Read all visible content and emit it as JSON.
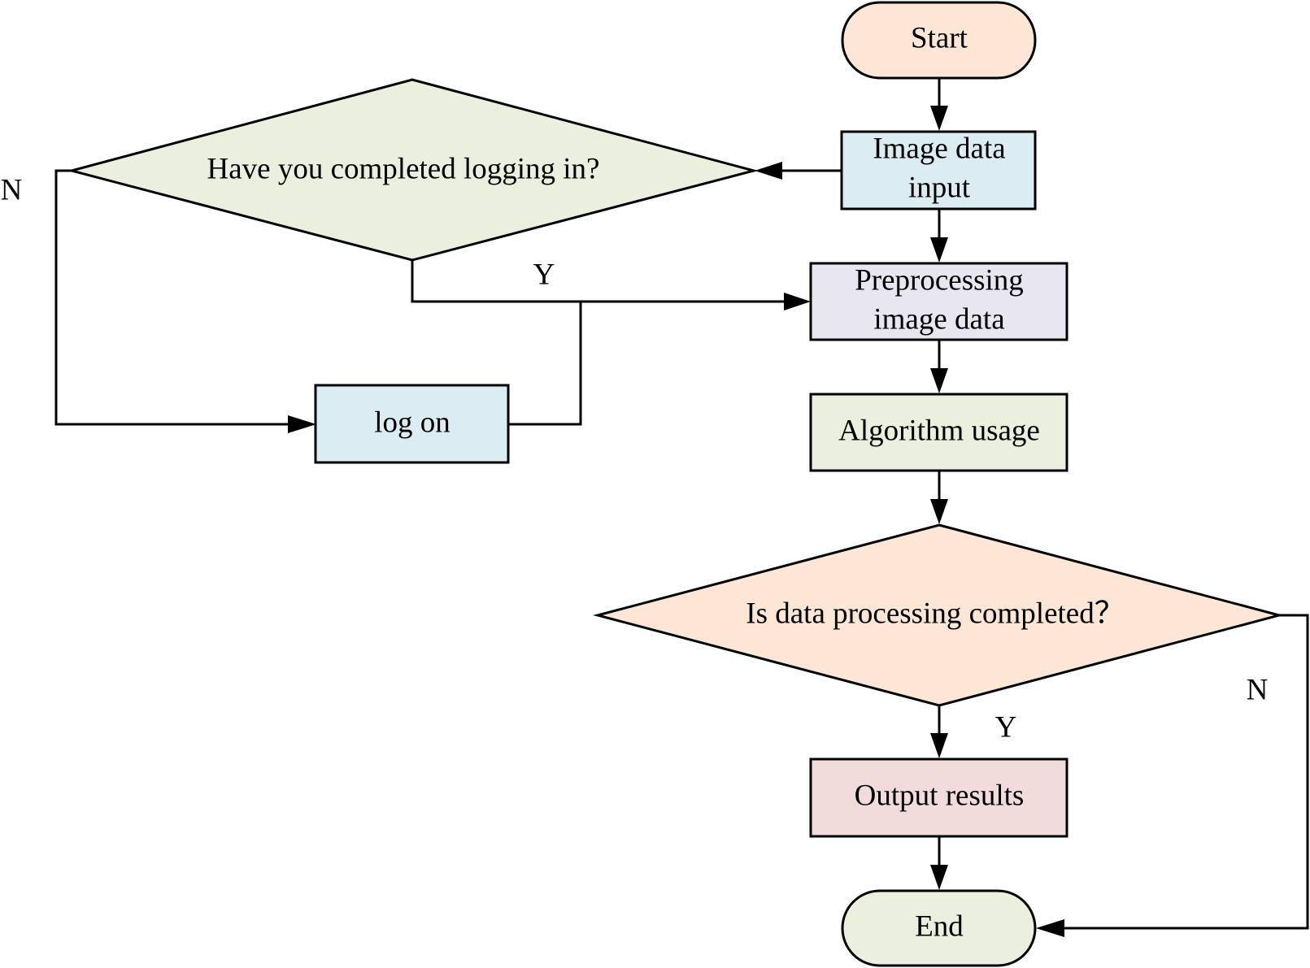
{
  "colors": {
    "start_fill": "#fde6d6",
    "input_fill": "#dbedf3",
    "preprocess_fill": "#e8e6f0",
    "algorithm_fill": "#eaf0dd",
    "decision_login_fill": "#eaf0dd",
    "decision_processing_fill": "#fde6d6",
    "logon_fill": "#dbedf3",
    "output_fill": "#f2dcdb",
    "end_fill": "#eaf0dd",
    "line": "#000000"
  },
  "nodes": {
    "start": {
      "label": "Start"
    },
    "image_input": {
      "line1": "Image data",
      "line2": "input"
    },
    "preprocess": {
      "line1": "Preprocessing",
      "line2": "image data"
    },
    "algorithm": {
      "label": "Algorithm usage"
    },
    "decision_login": {
      "label": "Have you completed logging in?"
    },
    "logon": {
      "label": "log on"
    },
    "decision_processing": {
      "label": "Is data processing completed？"
    },
    "output": {
      "label": "Output results"
    },
    "end": {
      "label": "End"
    }
  },
  "edge_labels": {
    "login_no": "N",
    "login_yes": "Y",
    "processing_yes": "Y",
    "processing_no": "N"
  }
}
